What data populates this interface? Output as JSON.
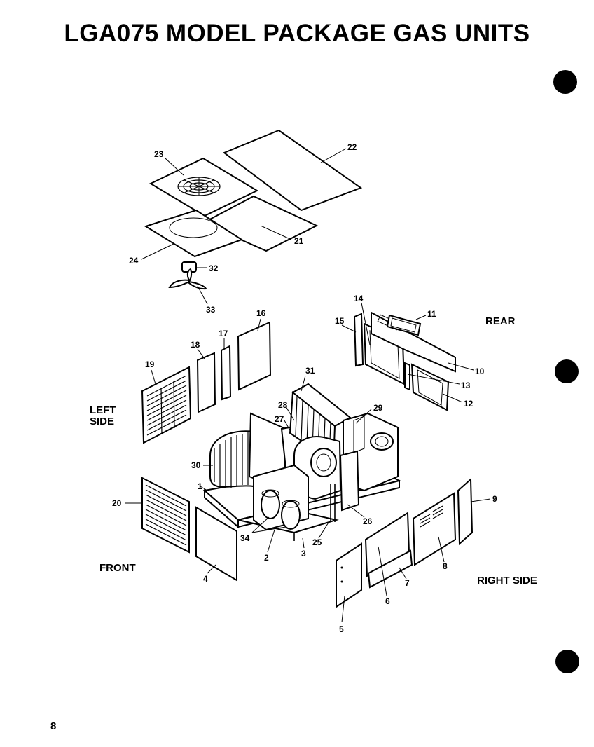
{
  "title": "LGA075 MODEL PACKAGE GAS UNITS",
  "page_number": "8",
  "side_labels": {
    "rear": "REAR",
    "left_side_line1": "LEFT",
    "left_side_line2": "SIDE",
    "front": "FRONT",
    "right_side": "RIGHT SIDE"
  },
  "part_numbers": [
    "1",
    "2",
    "3",
    "4",
    "5",
    "6",
    "7",
    "8",
    "9",
    "10",
    "11",
    "12",
    "13",
    "14",
    "15",
    "16",
    "17",
    "18",
    "19",
    "20",
    "21",
    "22",
    "23",
    "24",
    "25",
    "26",
    "27",
    "28",
    "29",
    "30",
    "31",
    "32",
    "33",
    "34"
  ]
}
